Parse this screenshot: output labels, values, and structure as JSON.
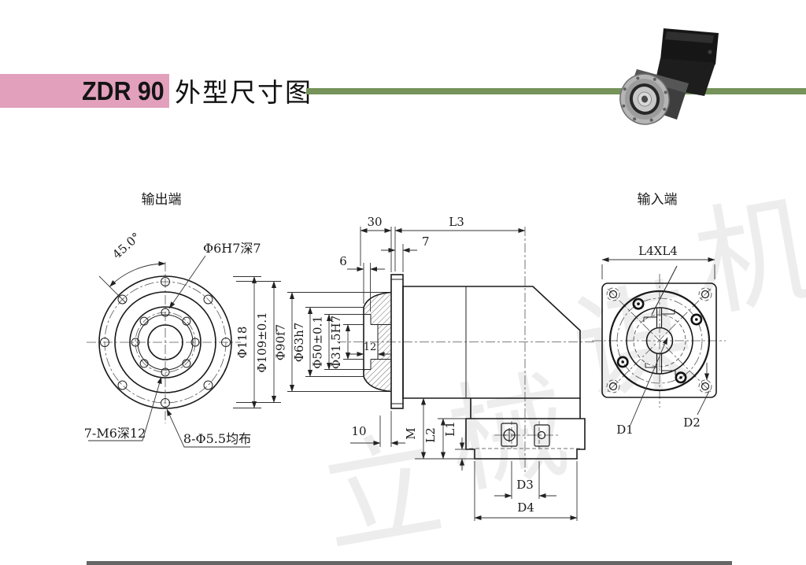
{
  "header": {
    "model": "ZDR 90",
    "title": "外型尺寸图"
  },
  "colors": {
    "pink": "#e2a0bd",
    "green": "#75935a"
  },
  "output_view": {
    "label": "输出端",
    "angle": "45.0°",
    "dowel_note": "Φ6H7深7",
    "tapped_note": "7-M6深12",
    "holes_note": "8-Φ5.5均布"
  },
  "diameters": {
    "d118": "Φ118",
    "d109": "Φ109±0.1",
    "d90": "Φ90f7",
    "d63": "Φ63h7",
    "d50": "Φ50±0.1",
    "d315": "Φ31.5H7"
  },
  "side_view": {
    "dim30": "30",
    "dimL3": "L3",
    "dim7": "7",
    "dim6": "6",
    "dim12": "12",
    "dim10": "10",
    "dimM": "M",
    "dimL2": "L2",
    "dimL1": "L1",
    "dimD3": "D3",
    "dimD4": "D4"
  },
  "input_view": {
    "label": "输入端",
    "dimL4": "L4XL4",
    "dimD1": "D1",
    "dimD2": "D2"
  },
  "watermark": {
    "c1": "立",
    "c2": "械",
    "c3": "谋",
    "c4": "机"
  }
}
